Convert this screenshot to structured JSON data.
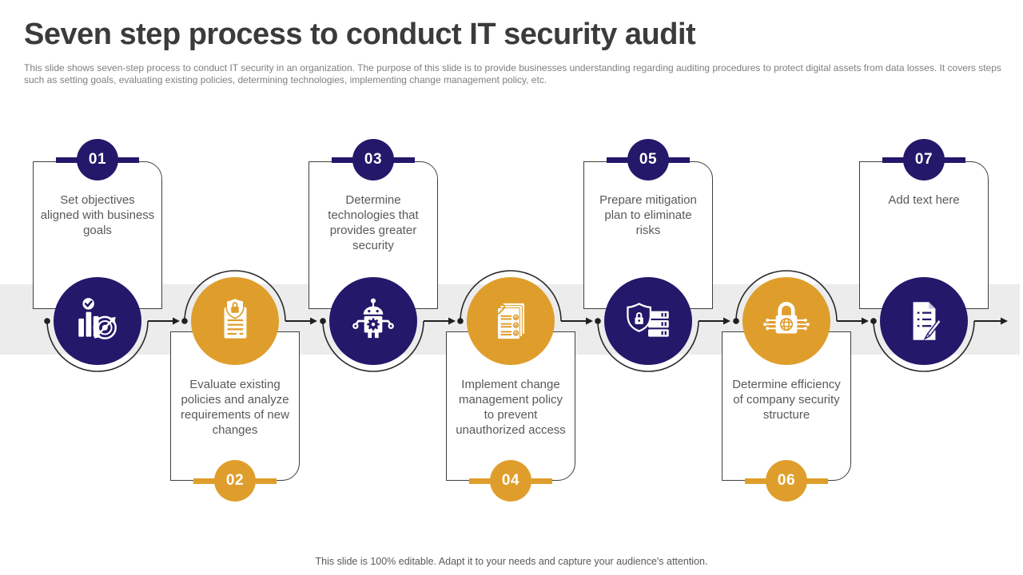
{
  "slide": {
    "title": "Seven step process to conduct IT security audit",
    "description": "This slide shows seven-step process to conduct IT security in an organization. The purpose of this slide is to provide businesses understanding regarding auditing procedures to protect digital assets from data losses. It covers steps such as setting goals, evaluating existing policies, determining technologies, implementing change management policy, etc.",
    "footer": "This slide is 100% editable. Adapt it to your needs and capture your audience's attention."
  },
  "colors": {
    "navy": "#23186a",
    "orange": "#df9e2c",
    "band_gray": "#ececec",
    "line": "#1f1f1f",
    "text_gray": "#595959"
  },
  "steps": [
    {
      "num": "01",
      "text": "Set objectives aligned with business goals",
      "icon": "analytics-target-icon",
      "color": "navy",
      "position": "above"
    },
    {
      "num": "02",
      "text": "Evaluate existing policies and analyze requirements of new changes",
      "icon": "policy-document-lock-icon",
      "color": "orange",
      "position": "below"
    },
    {
      "num": "03",
      "text": "Determine technologies that provides greater security",
      "icon": "robot-gear-icon",
      "color": "navy",
      "position": "above"
    },
    {
      "num": "04",
      "text": "Implement change management policy to prevent unauthorized access",
      "icon": "checklist-icon",
      "color": "orange",
      "position": "below"
    },
    {
      "num": "05",
      "text": "Prepare mitigation plan to eliminate risks",
      "icon": "shield-server-icon",
      "color": "navy",
      "position": "above"
    },
    {
      "num": "06",
      "text": "Determine efficiency of company security structure",
      "icon": "lock-globe-icon",
      "color": "orange",
      "position": "below"
    },
    {
      "num": "07",
      "text": "Add text here",
      "icon": "document-pen-icon",
      "color": "navy",
      "position": "above"
    }
  ]
}
